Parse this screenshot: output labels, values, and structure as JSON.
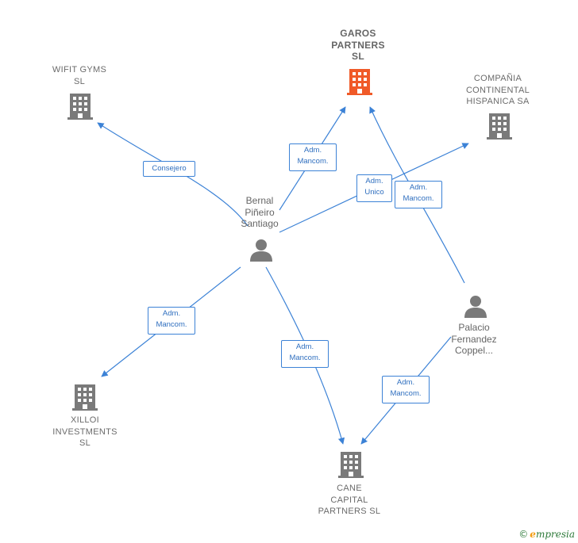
{
  "nodes": {
    "garos": {
      "label": "GAROS\nPARTNERS\nSL",
      "color": "#f05a28"
    },
    "wifit": {
      "label": "WIFIT GYMS\nSL"
    },
    "compania": {
      "label": "COMPAÑIA\nCONTINENTAL\nHISPANICA SA"
    },
    "xilloi": {
      "label": "XILLOI\nINVESTMENTS\nSL"
    },
    "cane": {
      "label": "CANE\nCAPITAL\nPARTNERS  SL"
    },
    "bernal": {
      "label": "Bernal\nPiñeiro\nSantiago"
    },
    "palacio": {
      "label": "Palacio\nFernandez\nCoppel..."
    }
  },
  "edges": {
    "consejero": "Consejero",
    "adm_mancom_garos": "Adm.\nMancom.",
    "adm_unico": "Adm.\nUnico",
    "adm_mancom_palacio_garos": "Adm.\nMancom.",
    "adm_mancom_xilloi": "Adm.\nMancom.",
    "adm_mancom_cane": "Adm.\nMancom.",
    "adm_mancom_palacio_cane": "Adm.\nMancom."
  },
  "colors": {
    "edge": "#3c82d6",
    "building": "#7a7a7a",
    "highlight": "#f05a28",
    "person": "#7a7a7a"
  },
  "footer": {
    "copyright": "©",
    "brand_initial": "e",
    "brand_rest": "mpresia"
  }
}
